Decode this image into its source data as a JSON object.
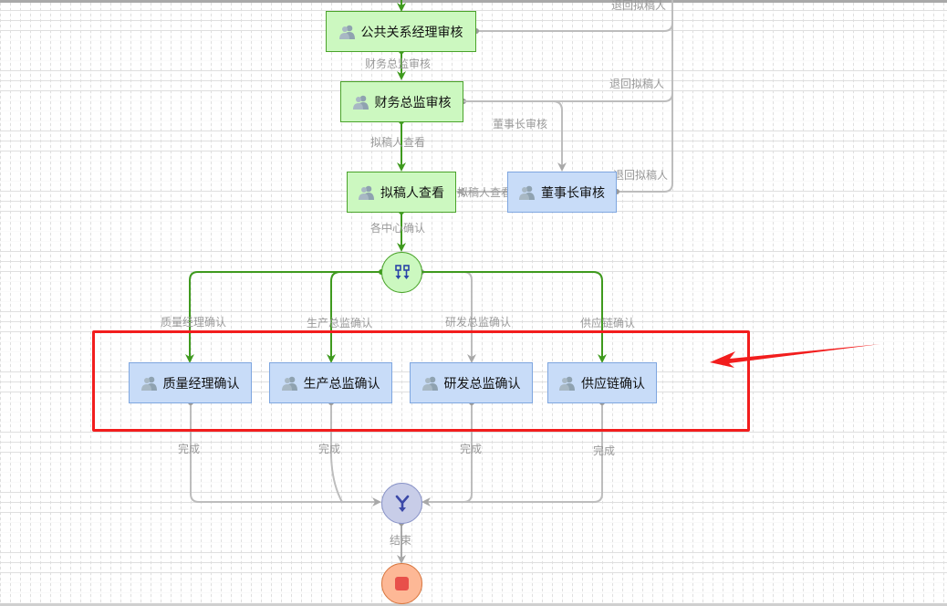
{
  "diagram": {
    "nodes": {
      "pr_manager": {
        "label": "公共关系经理审核",
        "icon": "users-icon",
        "color": "#ccf8c0"
      },
      "finance_director": {
        "label": "财务总监审核",
        "icon": "users-icon",
        "color": "#ccf8c0"
      },
      "drafter_review": {
        "label": "拟稿人查看",
        "icon": "users-icon",
        "color": "#ccf8c0"
      },
      "chairman_review": {
        "label": "董事长审核",
        "icon": "users-icon",
        "color": "#c8dcf8"
      },
      "quality_manager": {
        "label": "质量经理确认",
        "icon": "users-icon",
        "color": "#c8dcf8"
      },
      "production_director": {
        "label": "生产总监确认",
        "icon": "users-icon",
        "color": "#c8dcf8"
      },
      "rd_director": {
        "label": "研发总监确认",
        "icon": "users-icon",
        "color": "#c8dcf8"
      },
      "supply_chain": {
        "label": "供应链确认",
        "icon": "users-icon",
        "color": "#c8dcf8"
      },
      "fork_gateway": {
        "icon": "fork-icon",
        "color": "#ccf8c0"
      },
      "join_gateway": {
        "icon": "join-icon",
        "color": "#c8cde8"
      },
      "end_event": {
        "icon": "stop-icon",
        "color": "#fdb896"
      }
    },
    "edge_labels": {
      "return_1": "退回拟稿人",
      "to_finance": "财务总监审核",
      "return_2": "退回拟稿人",
      "to_chairman": "董事长审核",
      "to_drafter": "拟稿人查看",
      "chairman_to_drafter": "拟稿人查看",
      "return_3": "退回拟稿人",
      "to_centers": "各中心确认",
      "to_quality": "质量经理确认",
      "to_production": "生产总监确认",
      "to_rd": "研发总监确认",
      "to_supply": "供应链确认",
      "done_1": "完成",
      "done_2": "完成",
      "done_3": "完成",
      "done_4": "完成",
      "to_end": "结束"
    },
    "colors": {
      "active_edge": "#3f9a1e",
      "inactive_edge": "#b0b0b0",
      "annotation": "#f21d1d"
    }
  }
}
